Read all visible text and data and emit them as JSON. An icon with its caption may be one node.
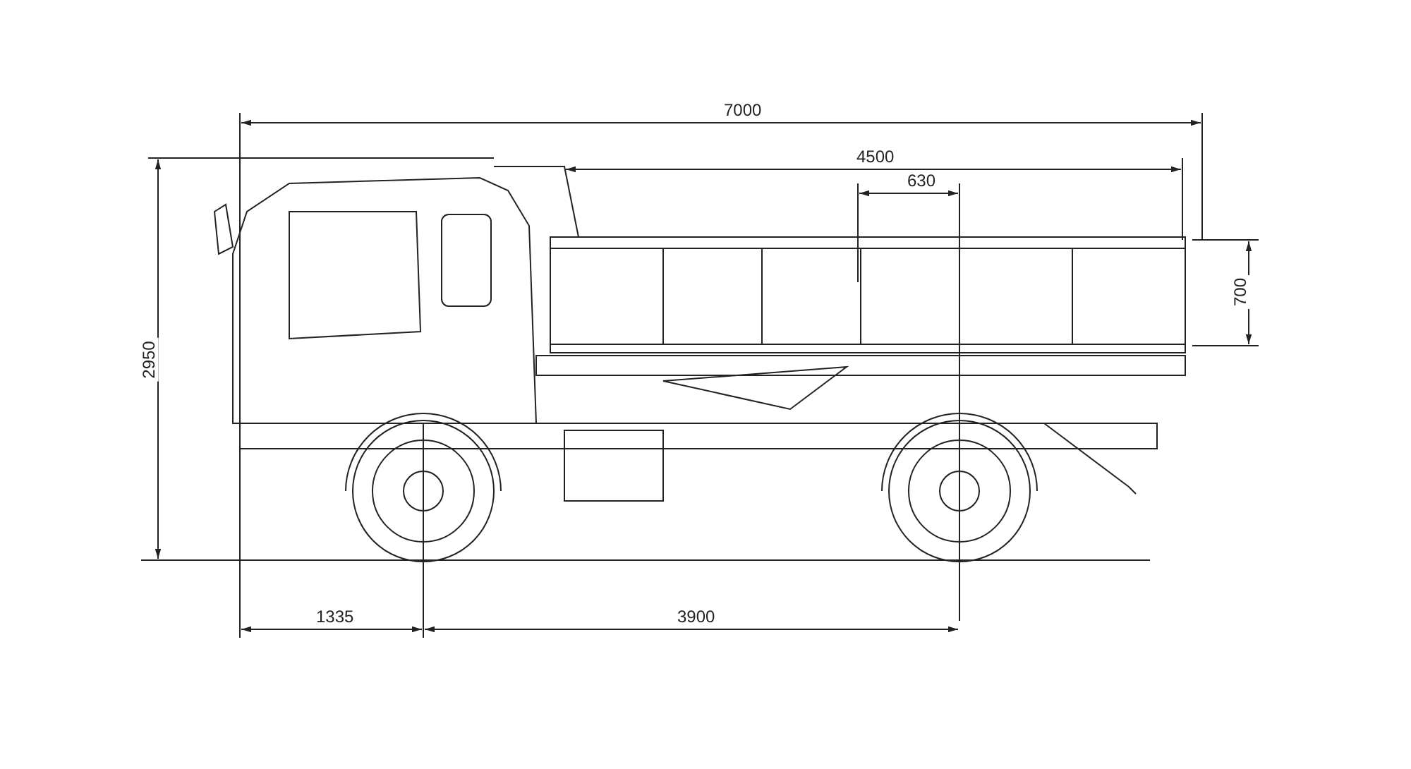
{
  "diagram": {
    "labels": [
      "7000",
      "4500",
      "630",
      "700",
      "2950",
      "1335",
      "3900"
    ]
  }
}
